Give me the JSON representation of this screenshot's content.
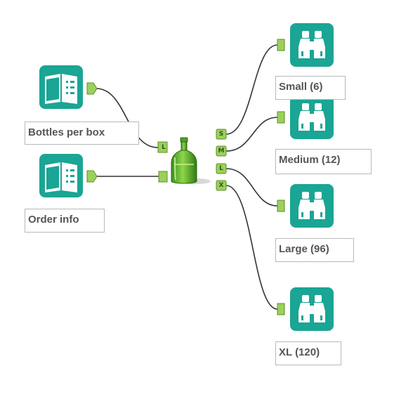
{
  "canvas": {
    "background": "#ffffff",
    "tool_color": "#1aa594",
    "anchor_color": "#9bd15a",
    "wire_color": "#333333"
  },
  "inputs": [
    {
      "label": "Bottles per box",
      "icon": "book-icon"
    },
    {
      "label": "Order info",
      "icon": "book-icon"
    }
  ],
  "formula_tool": {
    "icon": "bottle-icon",
    "input_anchors": [
      "L",
      ""
    ],
    "output_anchors": [
      "S",
      "M",
      "L",
      "X"
    ]
  },
  "outputs": [
    {
      "label": "Small (6)",
      "icon": "binoculars-icon"
    },
    {
      "label": "Medium (12)",
      "icon": "binoculars-icon"
    },
    {
      "label": "Large (96)",
      "icon": "binoculars-icon"
    },
    {
      "label": "XL (120)",
      "icon": "binoculars-icon"
    }
  ]
}
